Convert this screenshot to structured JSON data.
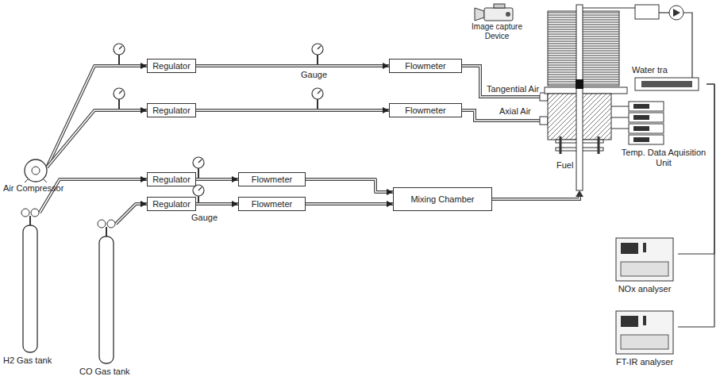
{
  "diagram": {
    "nodes": [
      {
        "text": [
          "Air Compressor"
        ]
      },
      {
        "text": [
          "Regulator"
        ]
      },
      {
        "text": [
          "Flowmeter"
        ]
      },
      {
        "text": [
          "Regulator"
        ]
      },
      {
        "text": [
          "Flowmeter"
        ]
      },
      {
        "text": [
          "H2 Gas tank"
        ]
      },
      {
        "text": [
          "Regulator"
        ]
      },
      {
        "text": [
          "Flowmeter"
        ]
      },
      {
        "text": [
          "CO Gas tank"
        ]
      },
      {
        "text": [
          "Regulator"
        ]
      },
      {
        "text": [
          "Flowmeter"
        ]
      },
      {
        "text": [
          "Mixing Chamber"
        ]
      },
      {
        "text": [
          "Image capture Device"
        ]
      },
      {
        "text": [
          "Water tra"
        ]
      },
      {
        "text": [
          "Temp. Data Aquisition Unit"
        ]
      },
      {
        "text": [
          "NOx analyser"
        ]
      },
      {
        "text": [
          "FT-IR analyser"
        ]
      }
    ],
    "edges": [
      {
        "from": 0,
        "to": 1,
        "arrow": "to"
      },
      {
        "from": 1,
        "to": 2,
        "arrow": "to"
      },
      {
        "from": 0,
        "to": 3,
        "arrow": "to"
      },
      {
        "from": 3,
        "to": 4,
        "arrow": "to"
      },
      {
        "from": 5,
        "to": 6,
        "arrow": "to"
      },
      {
        "from": 6,
        "to": 7,
        "arrow": "to"
      },
      {
        "from": 7,
        "to": 11,
        "arrow": "to"
      },
      {
        "from": 8,
        "to": 9,
        "arrow": "to"
      },
      {
        "from": 9,
        "to": 10,
        "arrow": "to"
      },
      {
        "from": 10,
        "to": 11,
        "arrow": "to"
      },
      {
        "from": 13,
        "to": 15,
        "arrow": "none"
      },
      {
        "from": 13,
        "to": 16,
        "arrow": "none"
      }
    ],
    "labels": [
      "Gauge",
      "Gauge",
      "Tangential Air",
      "Axial Air",
      "Fuel"
    ]
  }
}
